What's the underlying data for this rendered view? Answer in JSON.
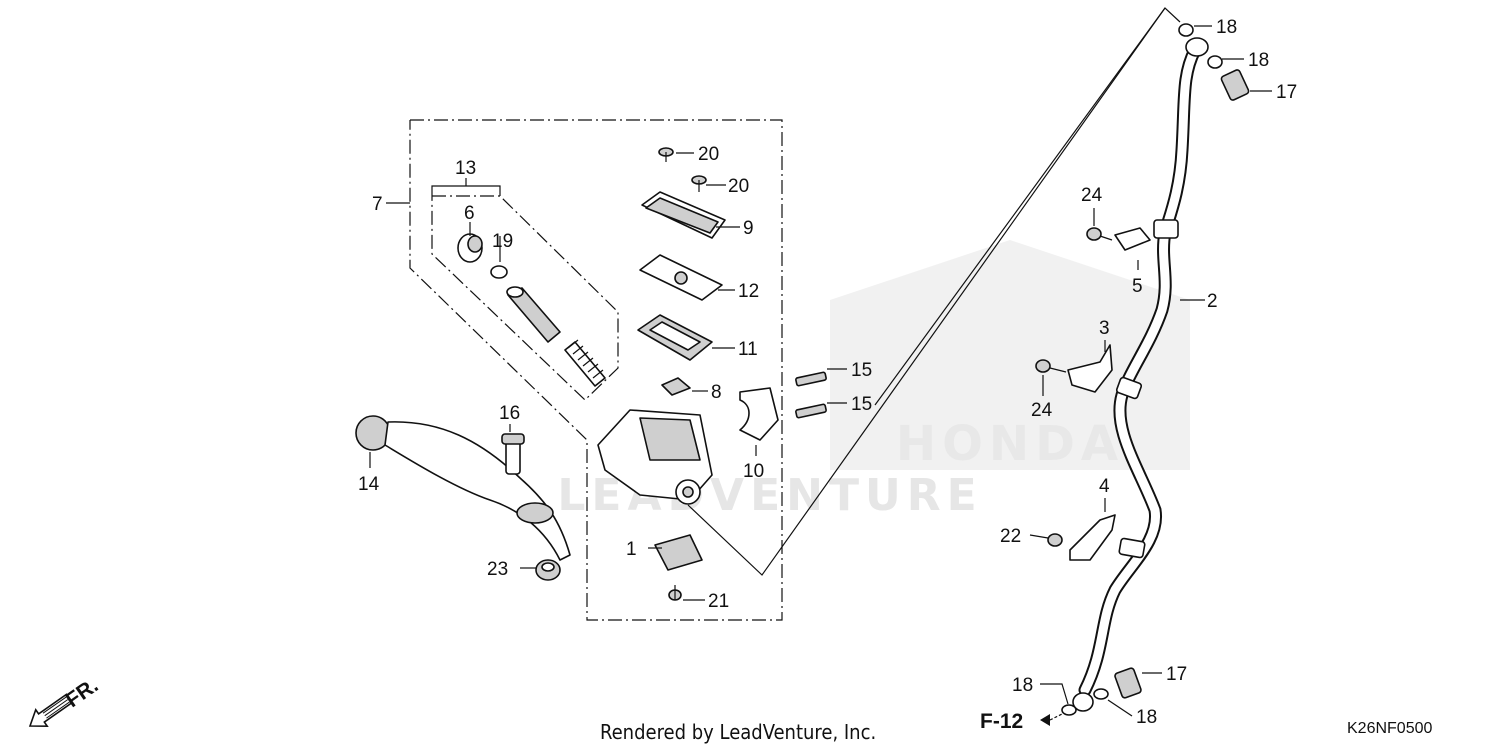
{
  "watermark": {
    "brand": "HONDA",
    "dealer": "LEADVENTURE"
  },
  "callouts": {
    "c1": "1",
    "c2": "2",
    "c3": "3",
    "c4": "4",
    "c5": "5",
    "c6": "6",
    "c7": "7",
    "c8": "8",
    "c9": "9",
    "c10": "10",
    "c11": "11",
    "c12": "12",
    "c13": "13",
    "c14": "14",
    "c15a": "15",
    "c15b": "15",
    "c16": "16",
    "c17a": "17",
    "c17b": "17",
    "c18a": "18",
    "c18b": "18",
    "c18c": "18",
    "c18d": "18",
    "c19": "19",
    "c20a": "20",
    "c20b": "20",
    "c21": "21",
    "c22": "22",
    "c23": "23",
    "c24a": "24",
    "c24b": "24"
  },
  "footer": {
    "fr_label": "FR.",
    "ref_label": "F-12",
    "rendered_by": "Rendered by LeadVenture, Inc.",
    "diagram_code": "K26NF0500"
  }
}
